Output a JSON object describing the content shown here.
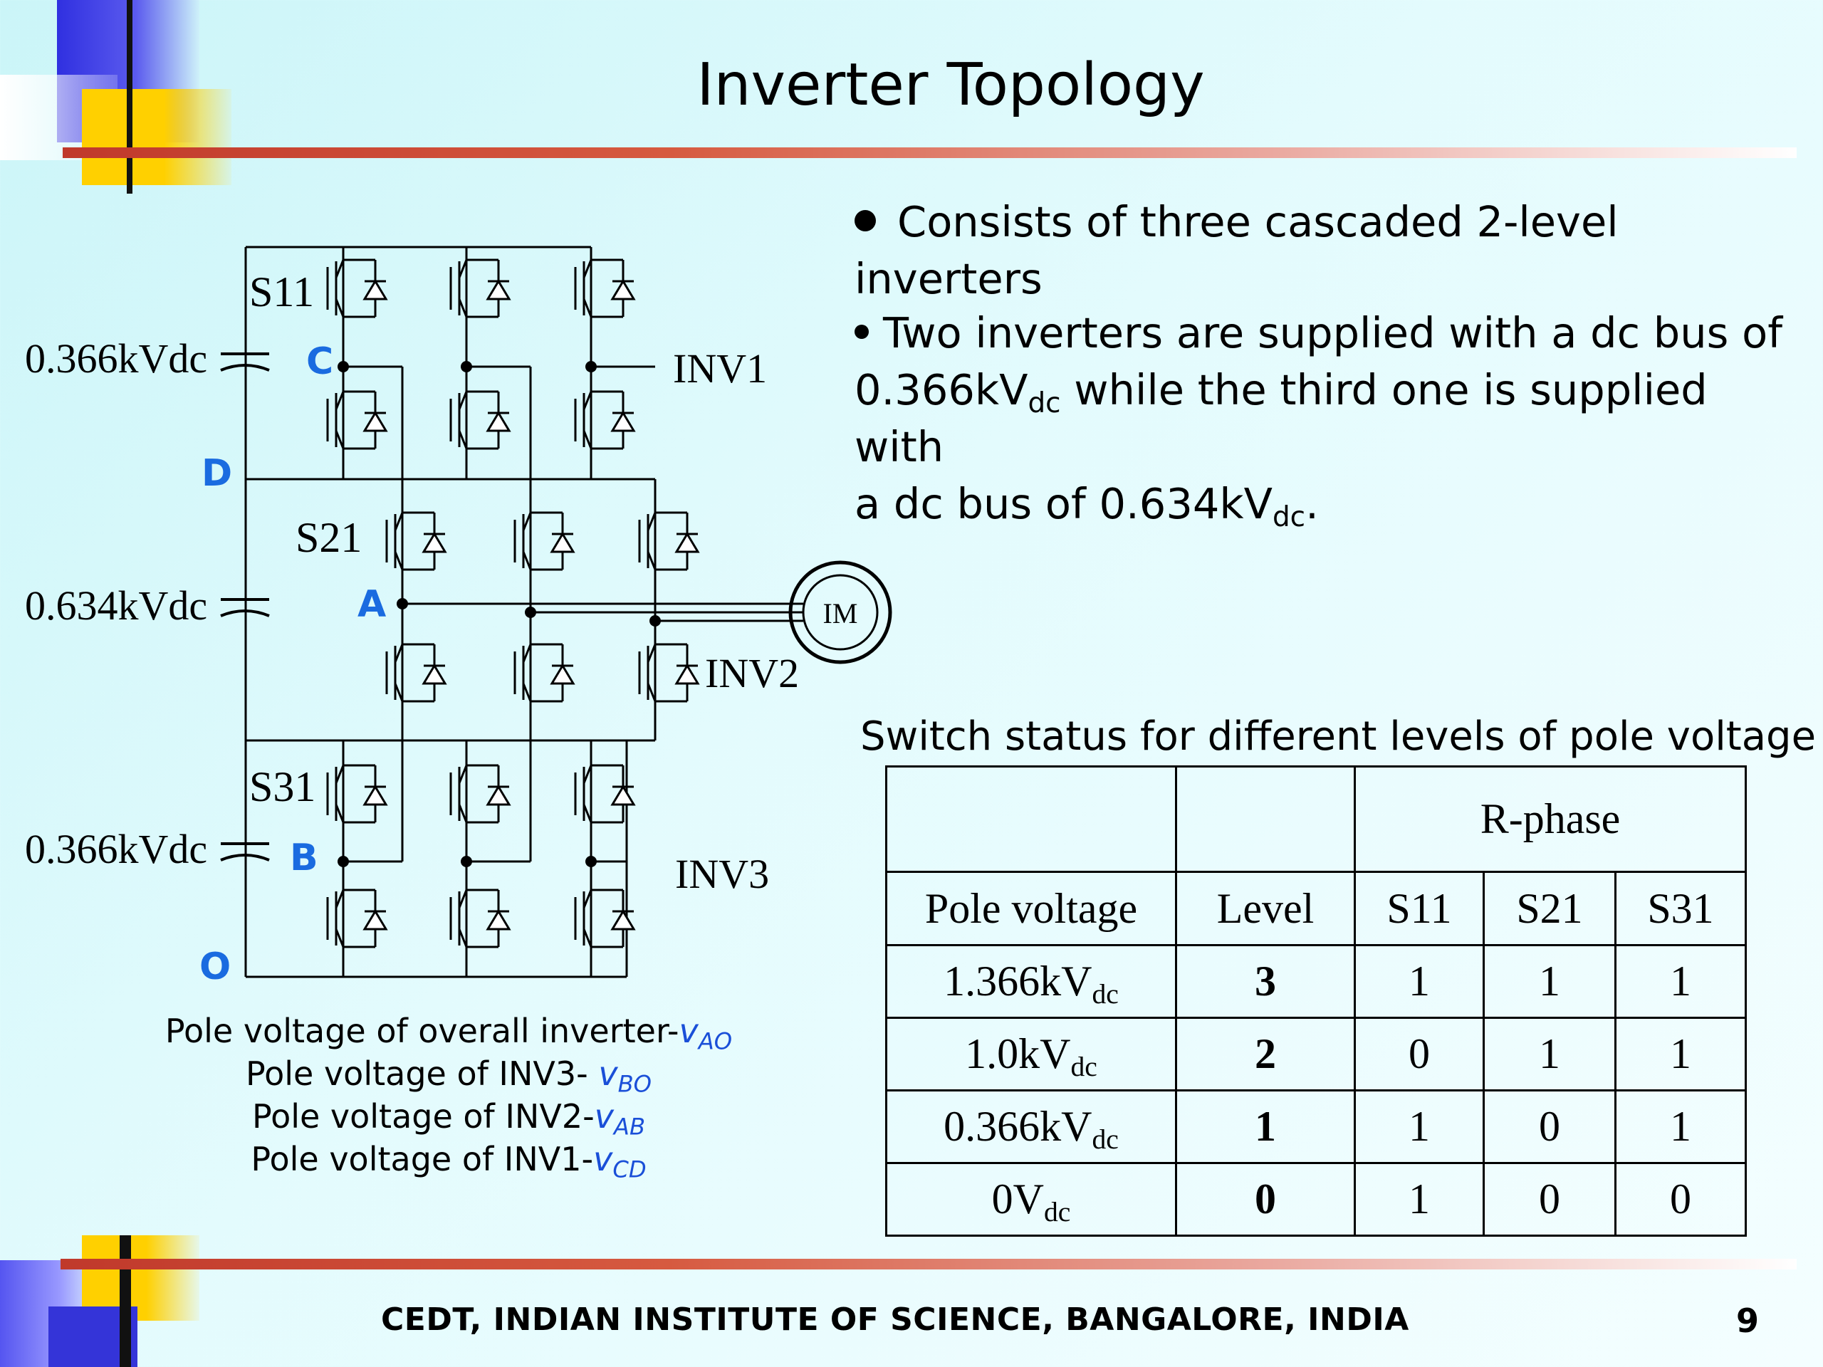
{
  "title": "Inverter Topology",
  "bullets": {
    "b1": "Consists of three cascaded 2-level inverters",
    "b2_part1": "Two inverters are supplied with a dc bus of",
    "b2_v1": "0.366kV",
    "b2_sub1": "dc",
    "b2_part2": " while the third one is supplied with",
    "b2_part3": "a dc bus of  0.634kV",
    "b2_sub2": "dc",
    "b2_end": "."
  },
  "circuit": {
    "sources": {
      "top": "0.366kVdc",
      "mid": "0.634kVdc",
      "bot": "0.366kVdc"
    },
    "switches": {
      "s11": "S11",
      "s21": "S21",
      "s31": "S31"
    },
    "nodes": {
      "c": "C",
      "d": "D",
      "a": "A",
      "b": "B",
      "o": "O"
    },
    "inverters": {
      "inv1": "INV1",
      "inv2": "INV2",
      "inv3": "INV3"
    },
    "motor": "IM"
  },
  "pole_voltages": [
    {
      "text": "Pole voltage of overall inverter-",
      "var": "v",
      "sub": "AO"
    },
    {
      "text": "Pole voltage of INV3- ",
      "var": "v",
      "sub": "BO"
    },
    {
      "text": "Pole voltage of INV2-",
      "var": "v",
      "sub": "AB"
    },
    {
      "text": "Pole voltage of INV1-",
      "var": "v",
      "sub": "CD"
    }
  ],
  "table": {
    "caption": "Switch status for different levels of pole voltage",
    "group_header": "R-phase",
    "headers": [
      "Pole voltage",
      "Level",
      "S11",
      "S21",
      "S31"
    ],
    "rows": [
      {
        "pv": "1.366kV",
        "pv_sub": "dc",
        "level": "3",
        "s11": "1",
        "s21": "1",
        "s31": "1"
      },
      {
        "pv": "1.0kV",
        "pv_sub": "dc",
        "level": "2",
        "s11": "0",
        "s21": "1",
        "s31": "1"
      },
      {
        "pv": "0.366kV",
        "pv_sub": "dc",
        "level": "1",
        "s11": "1",
        "s21": "0",
        "s31": "1"
      },
      {
        "pv": "0V",
        "pv_sub": "dc",
        "level": "0",
        "s11": "1",
        "s21": "0",
        "s31": "0"
      }
    ]
  },
  "footer": "CEDT, INDIAN INSTITUTE OF SCIENCE, BANGALORE, INDIA",
  "page_number": "9",
  "colors": {
    "accent_red": "#c0392b",
    "deco_blue": "#3030e0",
    "deco_yellow": "#ffd000",
    "label_blue": "#1a6be0"
  }
}
